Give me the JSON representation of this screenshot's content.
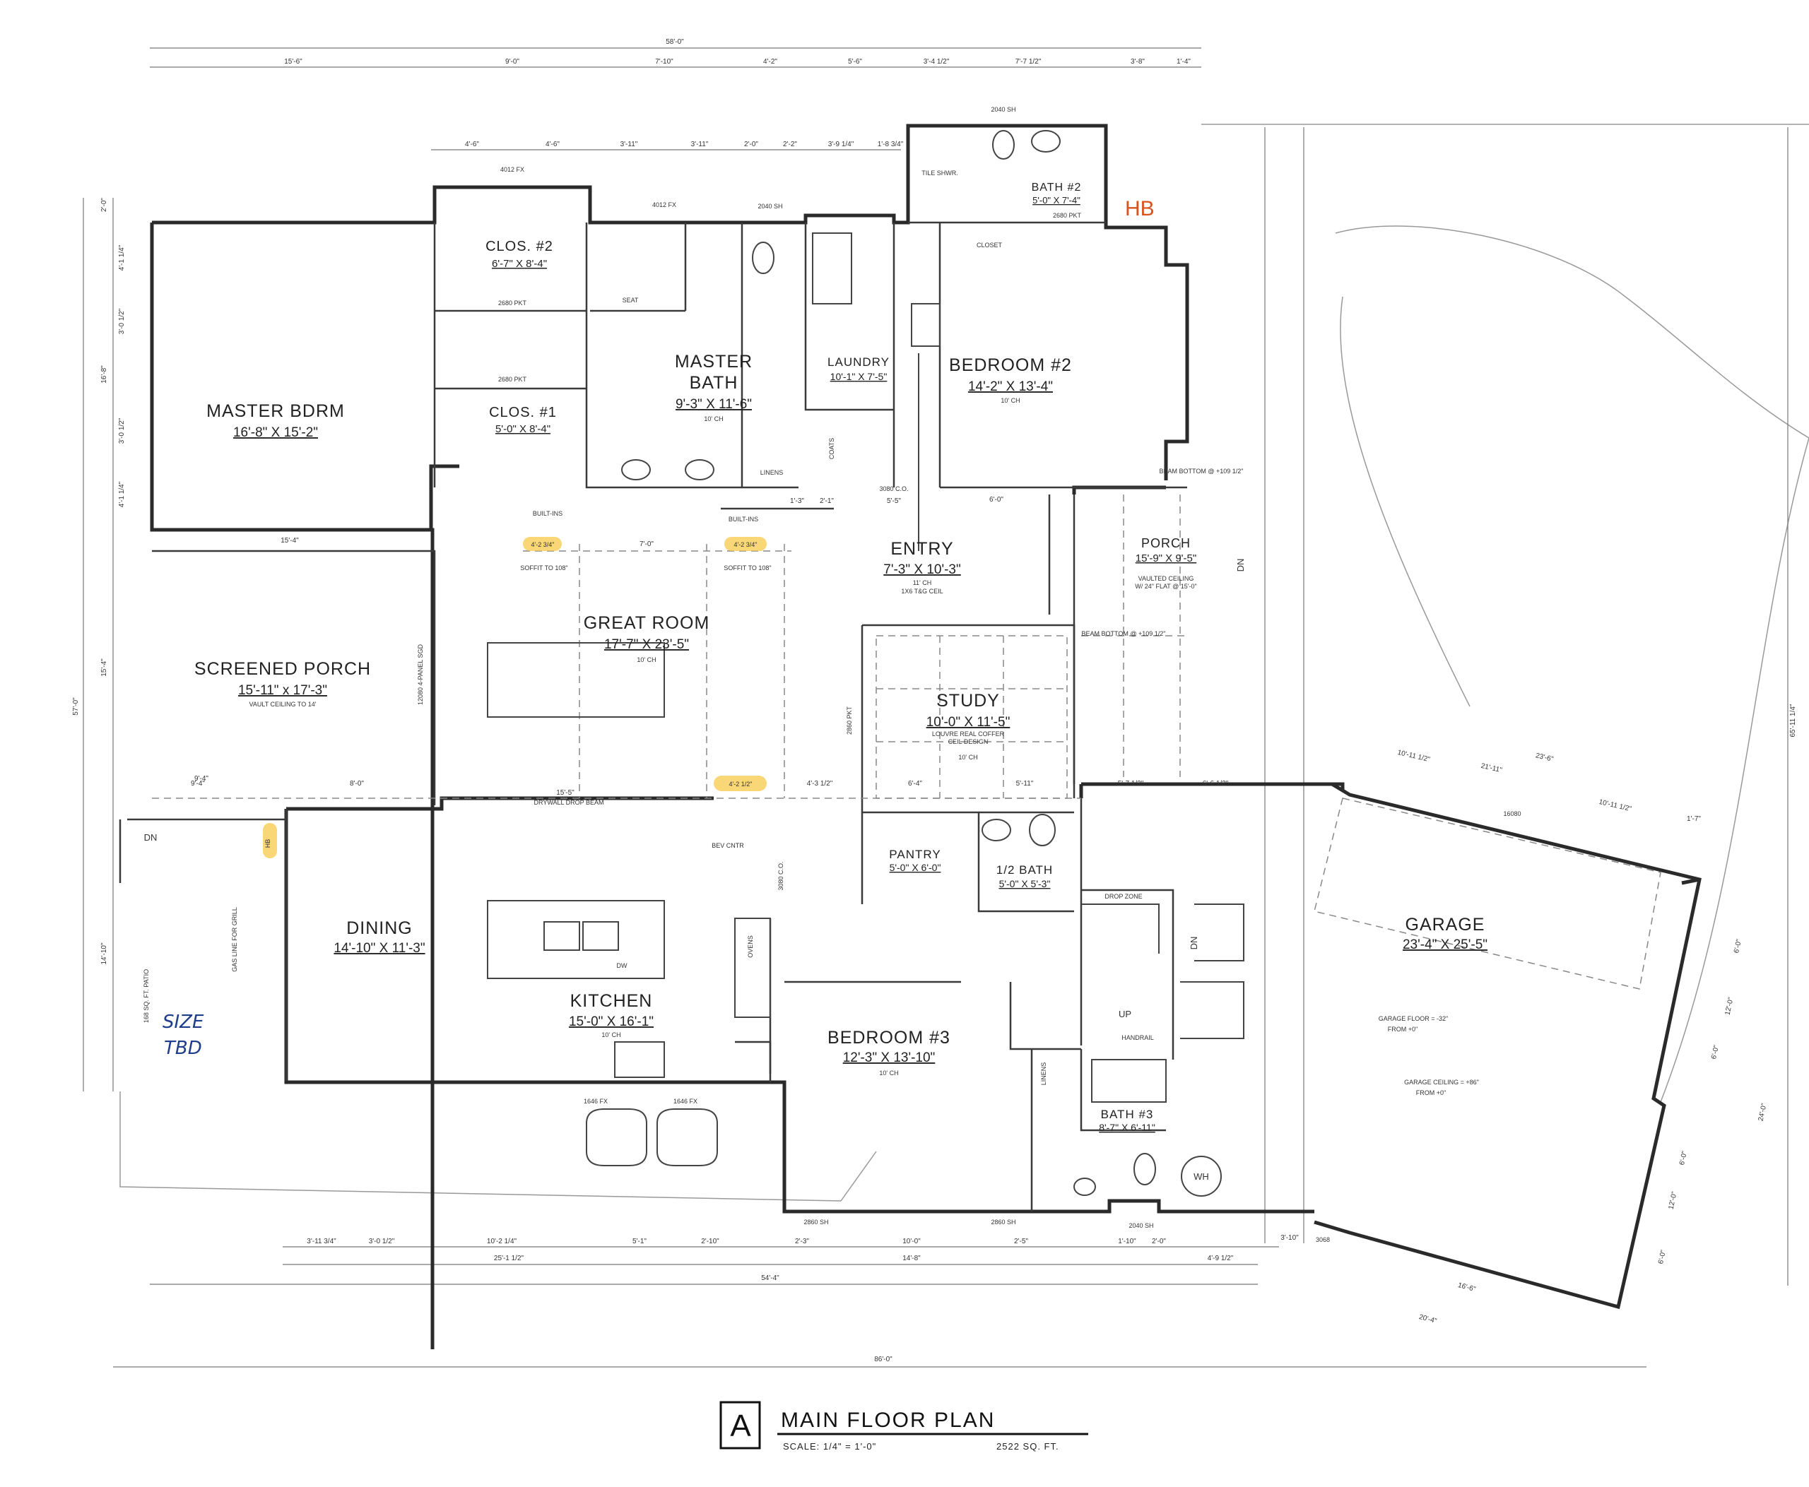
{
  "markup": {
    "hb_label": "HB",
    "handwritten_line1": "SIZE",
    "handwritten_line2": "TBD",
    "highlight_color": "#f7c948",
    "hb_color": "#d9531e",
    "handwriting_color": "#1f3d8a"
  },
  "title_block": {
    "letter": "A",
    "title": "MAIN FLOOR PLAN",
    "scale": "SCALE:  1/4\" = 1'-0\"",
    "area": "2522 SQ. FT."
  },
  "rooms": {
    "master_bdrm": {
      "name": "MASTER BDRM",
      "size": "16'-8\" X 15'-2\""
    },
    "clos2": {
      "name": "CLOS. #2",
      "size": "6'-7\" X 8'-4\""
    },
    "clos1": {
      "name": "CLOS. #1",
      "size": "5'-0\" X 8'-4\""
    },
    "master_bath": {
      "name": "MASTER",
      "name2": "BATH",
      "size": "9'-3\" X 11'-6\"",
      "note": "10' CH"
    },
    "laundry": {
      "name": "LAUNDRY",
      "size": "10'-1\" X 7'-5\""
    },
    "bedroom2": {
      "name": "BEDROOM #2",
      "size": "14'-2\" X 13'-4\"",
      "note": "10' CH"
    },
    "bath2": {
      "name": "BATH #2",
      "size": "5'-0\" X 7'-4\""
    },
    "great_room": {
      "name": "GREAT ROOM",
      "size": "17'-7\" X 23'-5\"",
      "note": "10' CH"
    },
    "screened_porch": {
      "name": "SCREENED PORCH",
      "size": "15'-11\" x 17'-3\"",
      "note": "VAULT CEILING TO 14'"
    },
    "entry": {
      "name": "ENTRY",
      "size": "7'-3\" X 10'-3\"",
      "note": "11' CH",
      "note2": "1X6 T&G CEIL"
    },
    "porch": {
      "name": "PORCH",
      "size": "15'-9\" X 9'-5\"",
      "note": "VAULTED CEILING",
      "note2": "W/ 24\" FLAT @ 15'-0\""
    },
    "study": {
      "name": "STUDY",
      "size": "10'-0\" X 11'-5\"",
      "note": "LOUVRE REAL COFFER",
      "note2": "CEIL DESIGN",
      "note3": "10' CH"
    },
    "pantry": {
      "name": "PANTRY",
      "size": "5'-0\" X 6'-0\""
    },
    "half_bath": {
      "name": "1/2 BATH",
      "size": "5'-0\" X 5'-3\""
    },
    "dining": {
      "name": "DINING",
      "size": "14'-10\" X 11'-3\""
    },
    "kitchen": {
      "name": "KITCHEN",
      "size": "15'-0\" X 16'-1\"",
      "note": "10' CH"
    },
    "bedroom3": {
      "name": "BEDROOM #3",
      "size": "12'-3\" X 13'-10\"",
      "note": "10' CH"
    },
    "bath3": {
      "name": "BATH #3",
      "size": "8'-7\" X 6'-11\""
    },
    "garage": {
      "name": "GARAGE",
      "size": "23'-4\" X 25'-5\"",
      "note": "GARAGE FLOOR = -32\"",
      "note2": "FROM +0\"",
      "note3": "GARAGE CEILING = +86\"",
      "note4": "FROM +0\""
    }
  },
  "notes": {
    "soffit1": "SOFFIT TO 108\"",
    "soffit2": "SOFFIT TO 108\"",
    "drywall_beam": "DRYWALL DROP BEAM",
    "built_ins1": "BUILT-INS",
    "built_ins2": "BUILT-INS",
    "seat": "SEAT",
    "tile_shwr": "TILE SHWR.",
    "closet": "CLOSET",
    "coats": "COATS",
    "linens": "LINENS",
    "linens2": "LINENS",
    "drop_zone": "DROP ZONE",
    "handrail": "HANDRAIL",
    "patio": "168 SQ. FT. PATIO",
    "gas_line": "GAS LINE FOR GRILL",
    "dn1": "DN",
    "dn2": "DN",
    "dn3": "DN",
    "up": "UP",
    "hb_small": "HB",
    "wh": "WH",
    "dw": "DW",
    "bev_cntr": "BEV CNTR",
    "ovens": "OVENS",
    "sgd": "12080 4-PANEL SGD",
    "beam_bottom1": "BEAM BOTTOM @ +109 1/2\"",
    "beam_bottom2": "BEAM BOTTOM @ +109 1/2\"",
    "fx_4012a": "4012 FX",
    "fx_4012b": "4012 FX",
    "sh_2040a": "2040 SH",
    "sh_2040b": "2040 SH",
    "sh_2040c": "2040 SH",
    "fx_1646a": "1646 FX",
    "fx_1646b": "1646 FX",
    "pkt_2680a": "2680 PKT",
    "pkt_2680b": "2680 PKT",
    "pkt_2680c": "2680 PKT",
    "pkt_2860": "2860 PKT",
    "door_3080": "3080 C.O.",
    "door_3080b": "3080 C.O.",
    "sh_2860": "2860 SH",
    "sh_2860b": "2860 SH",
    "garage_door": "16080",
    "door_3068": "3068",
    "hl1": "4'-2 3/4\"",
    "hl2": "4'-2 3/4\"",
    "hl3": "4'-2 1/2\""
  },
  "dimensions": {
    "overall_top": "58'-0\"",
    "overall_bottom": "86'-0\"",
    "bottom_54": "54'-4\"",
    "bottom_25": "25'-1 1/2\"",
    "bottom_14": "14'-8\"",
    "left_57": "57'-0\"",
    "right_65": "65'-11 1/4\"",
    "top_row": [
      "15'-6\"",
      "9'-0\"",
      "7'-10\"",
      "4'-2\"",
      "5'-6\"",
      "3'-4 1/2\"",
      "7'-7 1/2\"",
      "3'-8\"",
      "1'-4\""
    ],
    "second_row": [
      "4'-6\"",
      "4'-6\"",
      "3'-11\"",
      "3'-11\"",
      "2'-0\"",
      "2'-2\"",
      "3'-9 1/4\"",
      "1'-8 3/4\""
    ],
    "left_col": [
      "2'-0\"",
      "4'-1 1/4\"",
      "3'-0 1/2\"",
      "3'-0 1/2\"",
      "4'-1 1/4\"",
      "16'-8\"",
      "15'-4\"",
      "14'-10\"",
      "9'-4\""
    ],
    "bottom_row": [
      "3'-11 3/4\"",
      "3'-0 1/2\"",
      "10'-2 1/4\"",
      "5'-1\"",
      "2'-10\"",
      "2'-3\"",
      "10'-0\"",
      "2'-5\"",
      "1'-10\"",
      "2'-0\"",
      "4'-9 1/2\""
    ],
    "garage_dims": [
      "23'-6\"",
      "21'-11\"",
      "10'-11 1/2\"",
      "10'-11 1/2\"",
      "1'-7\"",
      "6'-0\"",
      "12'-0\"",
      "6'-0\"",
      "24'-0\"",
      "6'-0\"",
      "12'-0\"",
      "6'-0\"",
      "20'-4\"",
      "16'-6\"",
      "3'-10\""
    ],
    "misc": [
      "15'-5\"",
      "4'-3 1/2\"",
      "8'-0\"",
      "9'-4\"",
      "15'-4\"",
      "7'-0\"",
      "6'-4\"",
      "5'-11\"",
      "5'-7 1/2\"",
      "6'-6 1/2\"",
      "6'-0\"",
      "5'-5\"",
      "2'-1\"",
      "1'-3\""
    ]
  }
}
